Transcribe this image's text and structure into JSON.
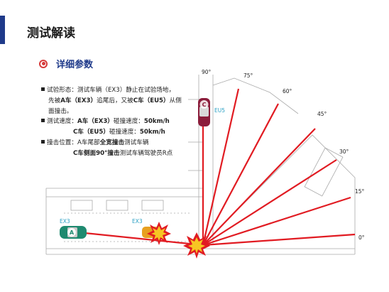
{
  "header": {
    "title": "测试解读"
  },
  "section": {
    "title": "详细参数"
  },
  "params": {
    "form_label": "试验形态：",
    "form_l1": "测试车辆（EX3）静止在试验场地，",
    "form_l2_a": "先被",
    "form_l2_b": "A车（EX3）",
    "form_l2_c": "追尾后，又被",
    "form_l2_d": "C车（EU5）",
    "form_l2_e": "从侧",
    "form_l3": "面撞击。",
    "speed_label": "测试速度：",
    "speed_a_car": "A车（EX3）",
    "speed_a_text": "碰撞速度：",
    "speed_a_val": "50km/h",
    "speed_c_car": "C车（EU5）",
    "speed_c_text": "碰撞速度：",
    "speed_c_val": "50km/h",
    "impact_label": "撞击位置：",
    "impact_l1_a": "A车尾部",
    "impact_l1_b": "全宽撞击",
    "impact_l1_c": "测试车辆",
    "impact_l2_a": "C车侧面90°撞击",
    "impact_l2_b": "测试车辆驾驶员R点"
  },
  "diagram": {
    "angles": [
      "90°",
      "75°",
      "60°",
      "45°",
      "30°",
      "15°",
      "0°"
    ],
    "car_a": {
      "tag": "EX3",
      "badge": "A"
    },
    "car_test": {
      "tag": "EX3"
    },
    "car_c": {
      "tag": "EU5",
      "badge": "C"
    },
    "colors": {
      "accent": "#1f3a8a",
      "line": "#e11b22",
      "car_a": "#1f8a70",
      "car_c": "#8b1d3b",
      "label": "#2aa0c4"
    }
  }
}
